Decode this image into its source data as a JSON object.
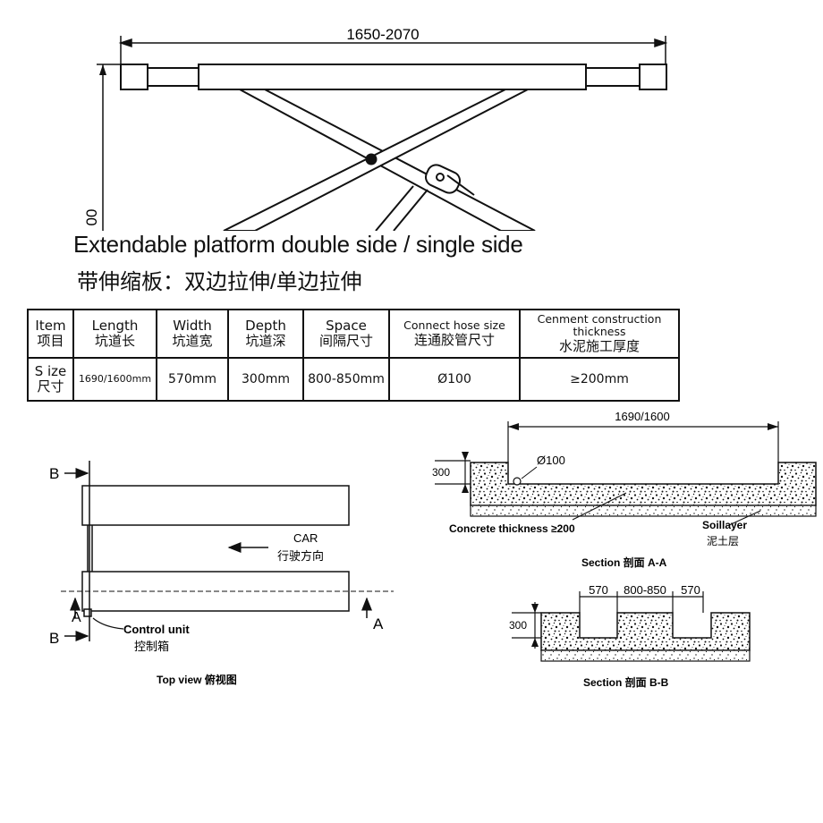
{
  "top_drawing": {
    "width_dimension": "1650-2070",
    "height_dimension": "00"
  },
  "title": {
    "en": "Extendable platform  double side / single side",
    "zh": "带伸缩板：双边拉伸/单边拉伸"
  },
  "spec_table": {
    "headers": [
      {
        "en": "Item",
        "zh": "项目"
      },
      {
        "en": "Length",
        "zh": "坑道长"
      },
      {
        "en": "Width",
        "zh": "坑道宽"
      },
      {
        "en": "Depth",
        "zh": "坑道深"
      },
      {
        "en": "Space",
        "zh": "间隔尺寸"
      },
      {
        "en": "Connect hose size",
        "zh": "连通胶管尺寸"
      },
      {
        "en": "Cenment construction thickness",
        "zh": "水泥施工厚度"
      }
    ],
    "row_label": {
      "en": "S ize",
      "zh": "尺寸"
    },
    "values": [
      "1690/1600mm",
      "570mm",
      "300mm",
      "800-850mm",
      "Ø100",
      "≥200mm"
    ]
  },
  "top_view": {
    "marker_b": "B",
    "marker_a": "A",
    "car_label": "CAR",
    "car_direction_zh": "行驶方向",
    "control_unit_en": "Control unit",
    "control_unit_zh": "控制箱",
    "caption": "Top view 俯视图"
  },
  "section_aa": {
    "length_dim": "1690/1600",
    "depth_dim": "300",
    "hose_label": "Ø100",
    "concrete_label": "Concrete thickness ≥200",
    "soil_label_en": "Soillayer",
    "soil_label_zh": "泥土层",
    "caption": "Section 剖面 A-A"
  },
  "section_bb": {
    "dim_left": "570",
    "dim_mid": "800-850",
    "dim_right": "570",
    "depth_dim": "300",
    "caption": "Section 剖面 B-B"
  }
}
